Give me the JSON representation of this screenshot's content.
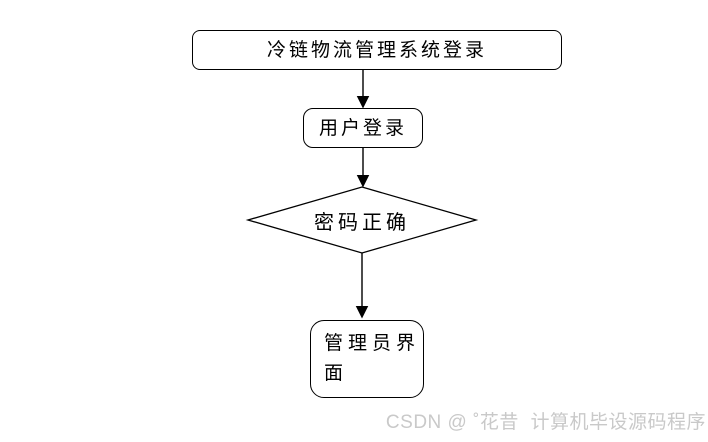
{
  "diagram": {
    "nodes": {
      "start": {
        "shape": "rounded-rect",
        "label": "冷链物流管理系统登录"
      },
      "user_login": {
        "shape": "rounded-rect",
        "label": "用户登录"
      },
      "password_check": {
        "shape": "diamond",
        "label": "密码正确"
      },
      "admin_ui": {
        "shape": "rounded-rect",
        "label": "管理员界面",
        "lines": [
          "管理员界",
          "面"
        ]
      }
    },
    "edges": [
      {
        "from": "start",
        "to": "user_login"
      },
      {
        "from": "user_login",
        "to": "password_check"
      },
      {
        "from": "password_check",
        "to": "admin_ui"
      }
    ],
    "colors": {
      "stroke": "#000000",
      "text": "#000000",
      "fill": "#ffffff",
      "background": "#ffffff",
      "watermark_text": "#c9c9c9"
    }
  },
  "watermark": {
    "text": "CSDN @ ˚花昔  计算机毕设源码程序"
  }
}
